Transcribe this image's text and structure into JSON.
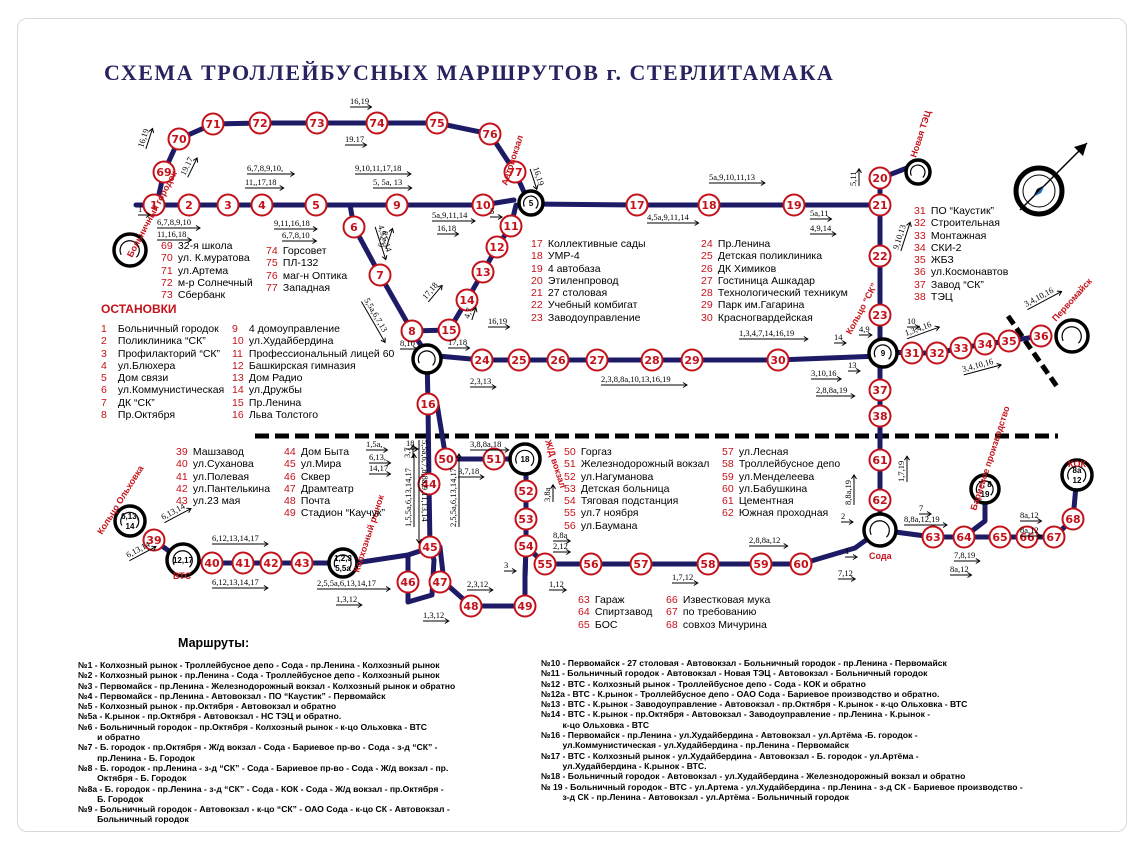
{
  "title": "СХЕМА ТРОЛЛЕЙБУСНЫХ  МАРШРУТОВ  г. СТЕРЛИТАМАКА",
  "stops_heading": "ОСТАНОВКИ",
  "routes_heading": "Маршруты:",
  "colors": {
    "line": "#1d1a66",
    "stop": "#c4121a",
    "title": "#27235f"
  },
  "stops_legend": [
    [
      {
        "n": "1",
        "name": "Больничный городок"
      },
      {
        "n": "2",
        "name": "Поликлиника “СК”"
      },
      {
        "n": "3",
        "name": "Профилакторий “СК”"
      },
      {
        "n": "4",
        "name": "ул.Блюхера"
      },
      {
        "n": "5",
        "name": "Дом связи"
      },
      {
        "n": "6",
        "name": "ул.Коммунистическая"
      },
      {
        "n": "7",
        "name": "ДК “СК”"
      },
      {
        "n": "8",
        "name": "Пр.Октября"
      }
    ],
    [
      {
        "n": "9",
        "name": "4 домоуправление"
      },
      {
        "n": "10",
        "name": "ул.Худайбердина"
      },
      {
        "n": "11",
        "name": "Профессиональный лицей 60"
      },
      {
        "n": "12",
        "name": "Башкирская гимназия"
      },
      {
        "n": "13",
        "name": "Дом Радио"
      },
      {
        "n": "14",
        "name": "ул.Дружбы"
      },
      {
        "n": "15",
        "name": "Пр.Ленина"
      },
      {
        "n": "16",
        "name": "Льва Толстого"
      }
    ],
    [
      {
        "n": "17",
        "name": "Коллективные сады"
      },
      {
        "n": "18",
        "name": "УМР-4"
      },
      {
        "n": "19",
        "name": "4 автобаза"
      },
      {
        "n": "20",
        "name": "Этиленпровод"
      },
      {
        "n": "21",
        "name": "27 столовая"
      },
      {
        "n": "22",
        "name": "Учебный комбигат"
      },
      {
        "n": "23",
        "name": "Заводоуправление"
      }
    ],
    [
      {
        "n": "24",
        "name": "Пр.Ленина"
      },
      {
        "n": "25",
        "name": "Детская поликлиника"
      },
      {
        "n": "26",
        "name": "ДК Химиков"
      },
      {
        "n": "27",
        "name": "Гостиница Ашкадар"
      },
      {
        "n": "28",
        "name": "Технологический техникум"
      },
      {
        "n": "29",
        "name": "Парк им.Гагарина"
      },
      {
        "n": "30",
        "name": "Красногвардейская"
      }
    ],
    [
      {
        "n": "31",
        "name": "ПО “Каустик”"
      },
      {
        "n": "32",
        "name": "Строительная"
      },
      {
        "n": "33",
        "name": "Монтажная"
      },
      {
        "n": "34",
        "name": "СКИ-2"
      },
      {
        "n": "35",
        "name": "ЖБЗ"
      },
      {
        "n": "36",
        "name": "ул.Космонавтов"
      },
      {
        "n": "37",
        "name": "Завод “СК”"
      },
      {
        "n": "38",
        "name": "ТЭЦ"
      }
    ],
    [
      {
        "n": "69",
        "name": "32-я школа"
      },
      {
        "n": "70",
        "name": "ул. К.муратова"
      },
      {
        "n": "71",
        "name": "ул.Артема"
      },
      {
        "n": "72",
        "name": "м-р Солнечный"
      },
      {
        "n": "73",
        "name": "Сбербанк"
      }
    ],
    [
      {
        "n": "74",
        "name": "Горсовет"
      },
      {
        "n": "75",
        "name": "ПЛ-132"
      },
      {
        "n": "76",
        "name": "маг-н Оптика"
      },
      {
        "n": "77",
        "name": "Западная"
      }
    ],
    [
      {
        "n": "39",
        "name": "Машзавод"
      },
      {
        "n": "40",
        "name": "ул.Суханова"
      },
      {
        "n": "41",
        "name": "ул.Полевая"
      },
      {
        "n": "42",
        "name": "ул.Пантелькина"
      },
      {
        "n": "43",
        "name": "ул.23 мая"
      }
    ],
    [
      {
        "n": "44",
        "name": "Дом Быта"
      },
      {
        "n": "45",
        "name": "ул.Мира"
      },
      {
        "n": "46",
        "name": "Сквер"
      },
      {
        "n": "47",
        "name": "Драмтеатр"
      },
      {
        "n": "48",
        "name": "Почта"
      },
      {
        "n": "49",
        "name": "Стадион “Каучук”"
      }
    ],
    [
      {
        "n": "50",
        "name": "Горгаз"
      },
      {
        "n": "51",
        "name": "Железнодорожный вокзал"
      },
      {
        "n": "52",
        "name": "ул.Нагуманова"
      },
      {
        "n": "53",
        "name": "Детская больница"
      },
      {
        "n": "54",
        "name": "Тяговая подстанция"
      },
      {
        "n": "55",
        "name": "ул.7 ноября"
      },
      {
        "n": "56",
        "name": "ул.Баумана"
      }
    ],
    [
      {
        "n": "57",
        "name": "ул.Лесная"
      },
      {
        "n": "58",
        "name": "Троллейбусное депо"
      },
      {
        "n": "59",
        "name": "ул.Менделеева"
      },
      {
        "n": "60",
        "name": "ул.Бабушкина"
      },
      {
        "n": "61",
        "name": "Цементная"
      },
      {
        "n": "62",
        "name": "Южная проходная"
      }
    ],
    [
      {
        "n": "63",
        "name": "Гараж"
      },
      {
        "n": "64",
        "name": "Спиртзавод"
      },
      {
        "n": "65",
        "name": "БОС"
      }
    ],
    [
      {
        "n": "66",
        "name": "Известковая мука"
      },
      {
        "n": "67",
        "name": "по требованию"
      },
      {
        "n": "68",
        "name": "совхоз Мичурина"
      }
    ]
  ],
  "terminal_labels": {
    "bolnichny": "Больничный городок",
    "avtovokzal": "Автовокзал",
    "novaya_tec": "Новая ТЭЦ",
    "kolco_sk": "Кольцо “СК”",
    "pervomaysk": "Первомайск",
    "zhd_vokzal": "Ж/Д вокзал",
    "kolco_olhovka": "Кольцо Ольховка",
    "vts": "ВТС",
    "kolhozny": "Колхозный рынок",
    "soda": "Сода",
    "barievoe": "Бариевое производство",
    "kok": "КОК"
  },
  "terminal_codes": {
    "t5": "5",
    "t9": "9",
    "t18": "18",
    "t19": "7, 8\n19",
    "t_kok": "8а\n12",
    "t_olh": "6,13,\n14",
    "t_vts": "12,17",
    "t_kolh": "1,2,3\n5,5а"
  },
  "route_labels": [
    "16,19",
    "19.17",
    "16,19",
    "19.17",
    "16,19",
    "6,7,8,9,10,",
    "11,,17,18",
    "9,10,11,17,18",
    "5, 5а, 13",
    "1",
    "6,7,8,9,10",
    "11,16,18",
    "9,11,16,18",
    "6,7,8,10",
    "4,5,6,14",
    "6,7,8",
    "5а,9,11,14",
    "16,18",
    "5",
    "5а,9,10,11,13",
    "4,5а,9,11,14",
    "5,11",
    "5а,11",
    "4,9,14",
    "9,10,13",
    "17,18",
    "16,19",
    "4,7",
    "17,18",
    "5,5а,6,7,13",
    "8,10",
    "1,3,4,7,14,16,19",
    "2,3,8,8а,10,13,16,19",
    "2,3,13",
    "3,4,10,16",
    "3,4,10,16",
    "1,3,4,16",
    "10",
    "14",
    "4,9",
    "3,10,16",
    "2,8,8а,19",
    "13",
    "1,5а,",
    "6,13,",
    "14,17",
    "3,7",
    "18",
    "3,8,8а,18",
    "3,7,18",
    "3,8а",
    "5,5а,6,7,8,8а,9,11,13,14",
    "1,5,5а,6,13,14,17",
    "2,5,5а,6,13,14,17",
    "8,8а",
    "2,12",
    "1,12",
    "3",
    "2,3,12",
    "1,7,12",
    "2,5,5а,6,13,14,17",
    "1,3,12",
    "1,3,12",
    "6,12,13,14,17",
    "6,12,13,14,17",
    "6,13,14",
    "6,13,14",
    "2,8,8а,12",
    "7,12",
    "8,8а,19",
    "7",
    "8,8а,12,19",
    "2",
    "1,7,19",
    "7,8,19",
    "8а,12",
    "8а,12",
    "1",
    "8а,12"
  ],
  "routes": [
    "№1 - Колхозный рынок - Троллейбусное депо - Сода - пр.Ленина - Колхозный рынок",
    "№2 - Колхозный рынок - пр.Ленина - Сода - Троллейбусное депо - Колхозный рынок",
    "№3 - Первомайск - пр.Ленина - Железнодорожный вокзал - Колхозный рынок и обратно",
    "№4 - Первомайск - пр.Ленина - Автовокзал - ПО “Каустик” - Первомайск",
    "№5 - Колхозный рынок - пр.Октября - Автовокзал и обратно",
    "№5а - К.рынок - пр.Октября - Автовокзал - НС ТЭЦ и обратно.",
    "№6 - Больничный городок - пр.Октября - Колхозный рынок - к-цо Ольховка - ВТС\n        и обратно",
    "№7 - Б. городок - пр.Октября - Ж/д вокзал - Сода - Бариевое пр-во - Сода - з-д “СК” -\n        пр.Ленина - Б. Городок",
    "№8 - Б. городок - пр.Ленина - з-д “СК” - Сода - Бариевое пр-во - Сода - Ж/д вокзал - пр.\n        Октября - Б. Городок",
    "№8а - Б. городок - пр.Ленина - з-д “СК” - Сода - КОК - Сода - Ж/д вокзал - пр.Октября -\n        Б. Городок",
    "№9 - Больничный городок - Автовокзал - к-цо “СК” - ОАО Сода - к-цо СК - Автовокзал -\n        Больничный городок"
  ],
  "routes2": [
    "№10 - Первомайск - 27 столовая - Автовокзал - Больничный городок - пр.Ленина - Первомайск",
    "№11 - Больничный городок - Автовокзал - Новая ТЭЦ - Автовокзал - Больничный городок",
    "№12 - ВТС - Колхозный рынок - Троллейбусное депо - Сода - КОК и обратно",
    "№12а - ВТС - К.рынок - Троллейбусное депо - ОАО Сода - Бариевое производство и обратно.",
    "№13 - ВТС - К.рынок - Заводоуправление - Автовокзал - пр.Октября - К.рынок - к-цо Ольховка - ВТС",
    "№14 - ВТС - К.рынок - пр.Октября - Автовокзал - Заводоуправление - пр.Ленина - К.рынок -\n         к-цо Ольховка - ВТС",
    "№16 - Первомайск - пр.Ленина - ул.Худайбердина - Автовокзал - ул.Артёма -Б. городок -\n         ул.Коммунистическая - ул.Худайбердина - пр.Ленина - Первомайск",
    "№17 - ВТС - Колхозный рынок - ул.Худайбердина - Автовокзал - Б. городок - ул.Артёма -\n         ул.Худайбердина - К.рынок - ВТС.",
    "№18 - Больничный городок - Автовокзал - ул.Худайбердина - Железнодорожный вокзал и обратно",
    "№ 19 - Больничный городок - ВТС - ул.Артема - ул.Худайбердина - пр.Ленина - з-д СК - Бариевое производство -\n         з-д СК - пр.Ленина - Автовокзал - ул.Артёма - Больничный городок"
  ]
}
